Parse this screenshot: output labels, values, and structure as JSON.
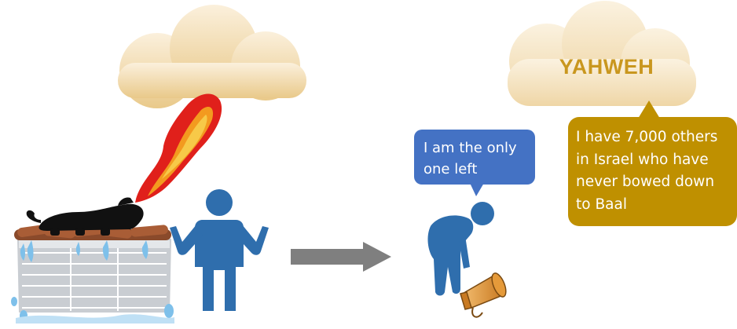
{
  "scene": {
    "left_cloud": {
      "icon": "cloud-icon"
    },
    "right_cloud": {
      "icon": "cloud-icon",
      "label": "YAHWEH"
    },
    "fire": {
      "icon": "fireball-icon"
    },
    "altar": {
      "icon": "altar-icon"
    },
    "bull": {
      "icon": "bull-icon"
    },
    "standing_man": {
      "icon": "person-shrugging-icon"
    },
    "arrow": {
      "icon": "arrow-right-icon"
    },
    "bowed_man": {
      "icon": "person-bowed-icon"
    },
    "megaphone": {
      "icon": "megaphone-icon"
    }
  },
  "speech": {
    "elijah": [
      "I am the only",
      "one left"
    ],
    "yahweh": [
      "I have 7,000 others",
      "in Israel who have",
      "never bowed down",
      "to Baal"
    ]
  },
  "colors": {
    "person": "#2f6ead",
    "cloud": "#f2d9a6",
    "blue_bubble": "#4472c4",
    "gold_bubble": "#bf9000",
    "arrow": "#7f7f7f",
    "fire_outer": "#e0201b",
    "fire_inner": "#f7c948"
  }
}
